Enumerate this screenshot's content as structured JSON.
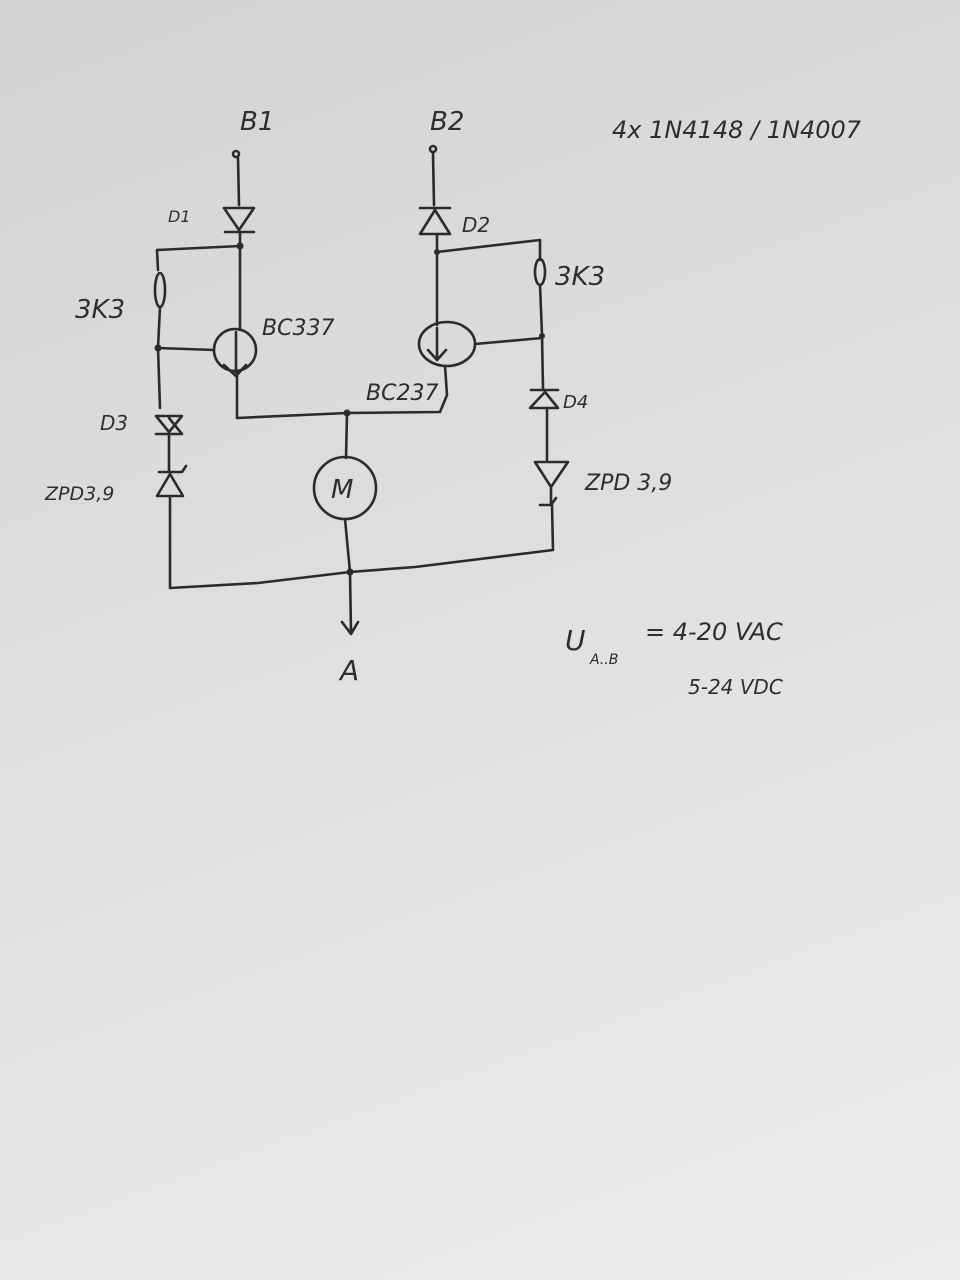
{
  "terminals": {
    "b1": "B1",
    "b2": "B2",
    "a": "A"
  },
  "diodes": {
    "d1": "D1",
    "d2": "D2",
    "d3": "D3",
    "d4": "D4"
  },
  "zeners": {
    "left": "ZPD3,9",
    "right": "ZPD 3,9"
  },
  "resistors": {
    "left": "3K3",
    "right": "3K3"
  },
  "transistors": {
    "left": "BC337",
    "right": "BC237"
  },
  "motor": "M",
  "notes": {
    "diode_types": "4x 1N4148 / 1N4007",
    "voltage_symbol": "U",
    "voltage_subscript": "A..B",
    "voltage_ac": "= 4-20 VAC",
    "voltage_dc": "5-24 VDC"
  }
}
